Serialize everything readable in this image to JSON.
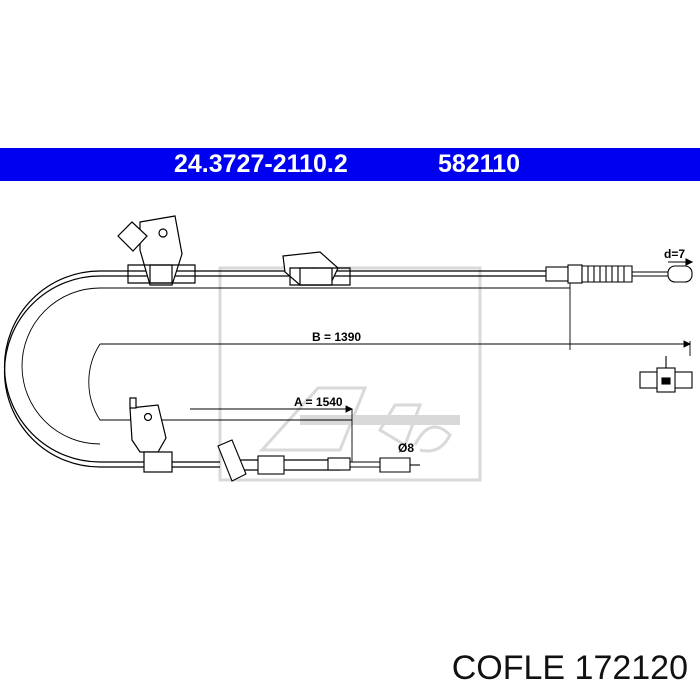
{
  "header": {
    "part_number": "24.3727-2110.2",
    "reference_number": "582110",
    "banner_color": "#0000f0"
  },
  "dimensions": {
    "b_label": "B = 1390",
    "a_label": "A = 1540",
    "end_diameter_label": "d=7",
    "end_fitting_label": "Ø8"
  },
  "footer": {
    "brand": "COFLE",
    "code": "172120"
  },
  "watermark": {
    "logo": "ate-logo"
  }
}
